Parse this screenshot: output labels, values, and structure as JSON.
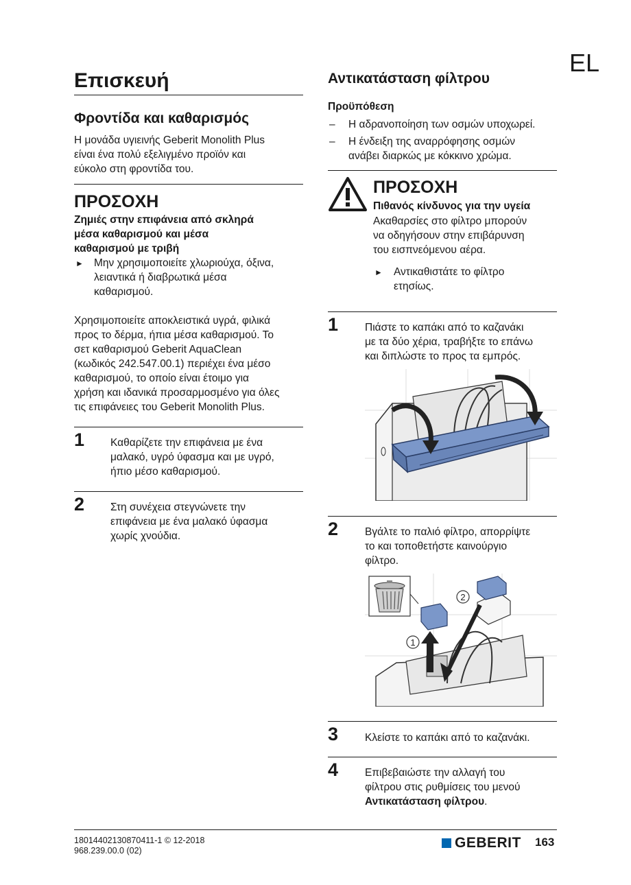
{
  "lang": "EL",
  "left": {
    "title": "Επισκευή",
    "care_heading": "Φροντίδα και καθαρισμός",
    "care_text": [
      "Η μονάδα υγιεινής Geberit Monolith Plus",
      "είναι ένα πολύ εξελιγμένο προϊόν και",
      "εύκολο στη φροντίδα του."
    ],
    "warning_title": "ΠΡΟΣΟΧΗ",
    "warning_subtitle": [
      "Ζημιές στην επιφάνεια από σκληρά",
      "μέσα καθαρισμού και μέσα",
      "καθαρισμού με τριβή"
    ],
    "warning_bullet": [
      "Μην χρησιμοποιείτε χλωριούχα, όξινα,",
      "λειαντικά ή διαβρωτικά μέσα",
      "καθαρισμού."
    ],
    "paragraph": [
      "Χρησιμοποιείτε αποκλειστικά υγρά, φιλικά",
      "προς το δέρμα, ήπια μέσα καθαρισμού. Το",
      "σετ καθαρισμού Geberit AquaClean",
      "(κωδικός 242.547.00.1) περιέχει ένα μέσο",
      "καθαρισμού, το οποίο είναι έτοιμο για",
      "χρήση και ιδανικά προσαρμοσμένο για όλες",
      "τις επιφάνειες του Geberit Monolith Plus."
    ],
    "steps": [
      {
        "num": "1",
        "lines": [
          "Καθαρίζετε την επιφάνεια με ένα",
          "μαλακό, υγρό ύφασμα και με υγρό,",
          "ήπιο μέσο καθαρισμού."
        ]
      },
      {
        "num": "2",
        "lines": [
          "Στη συνέχεια στεγνώνετε την",
          "επιφάνεια με ένα μαλακό ύφασμα",
          "χωρίς χνούδια."
        ]
      }
    ]
  },
  "right": {
    "title": "Αντικατάσταση φίλτρου",
    "prereq_label": "Προϋπόθεση",
    "prereq_items": [
      [
        "Η αδρανοποίηση των οσμών υποχωρεί."
      ],
      [
        "Η ένδειξη της αναρρόφησης οσμών",
        "ανάβει διαρκώς με κόκκινο χρώμα."
      ]
    ],
    "warning_title": "ΠΡΟΣΟΧΗ",
    "warning_subtitle": "Πιθανός κίνδυνος για την υγεία",
    "warning_text": [
      "Ακαθαρσίες στο φίλτρο μπορούν",
      "να οδηγήσουν στην επιβάρυνση",
      "του εισπνεόμενου αέρα."
    ],
    "warning_bullet": [
      "Αντικαθιστάτε το φίλτρο",
      "ετησίως."
    ],
    "steps": [
      {
        "num": "1",
        "lines": [
          "Πιάστε το καπάκι από το καζανάκι",
          "με τα δύο χέρια, τραβήξτε το επάνω",
          "και διπλώστε το προς τα εμπρός."
        ]
      },
      {
        "num": "2",
        "lines": [
          "Βγάλτε το παλιό φίλτρο, απορρίψτε",
          "το και τοποθετήστε καινούργιο",
          "φίλτρο."
        ]
      },
      {
        "num": "3",
        "lines": [
          "Κλείστε το καπάκι από το καζανάκι."
        ]
      },
      {
        "num": "4",
        "lines": [
          "Επιβεβαιώστε την αλλαγή του",
          "φίλτρου στις ρυθμίσεις του μενού"
        ],
        "bold_end": "Αντικατάσταση φίλτρου",
        "end": "."
      }
    ],
    "fig2_labels": [
      "1",
      "2"
    ]
  },
  "footer": {
    "code1": "18014402130870411-1 © 12-2018",
    "code2": "968.239.00.0 (02)",
    "brand": "GEBERIT",
    "page": "163"
  },
  "colors": {
    "brand": "#0067b1",
    "filter_blue": "#7b97c9"
  }
}
